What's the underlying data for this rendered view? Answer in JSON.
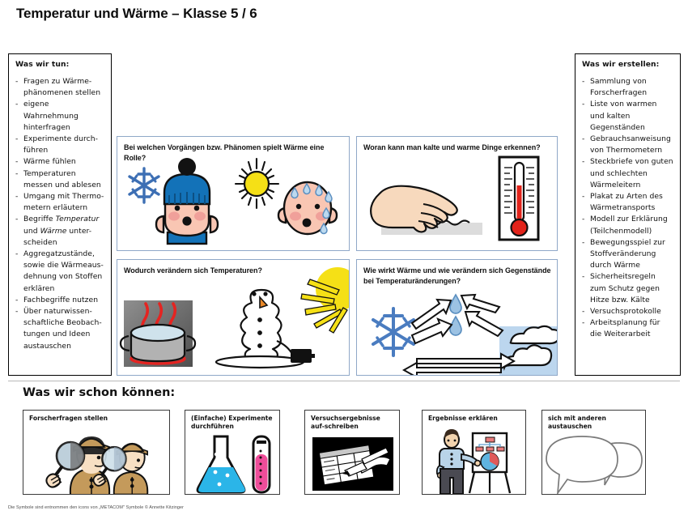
{
  "title": "Temperatur und Wärme – Klasse 5 / 6",
  "subtitle": "Was wir schon können:",
  "footer": "Die Symbole sind entnommen den icons von „METACOM\" Symbole © Annette Kitzinger",
  "colors": {
    "center_box_border": "#8fa8c8",
    "side_box_border": "#000000",
    "snowflake_blue": "#3d6fb4",
    "hat_blue": "#1372b8",
    "skin_pink": "#f9c6b3",
    "sun_yellow": "#f5e016",
    "thermometer_red": "#e2231a",
    "gas_bg_blue": "#bcd6ee",
    "flask_cyan": "#2bb5e8",
    "tube_pink": "#ef4d9a",
    "detective_coat": "#c49a5b",
    "presenter_shirt": "#b9d4e8",
    "droplet_blue": "#9cc2e3"
  },
  "left_box": {
    "head": "Was wir tun:",
    "items": [
      "Fragen zu Wärme-phänomenen stellen",
      "eigene Wahrnehmung hinterfragen",
      "Experimente durch-führen",
      "Wärme fühlen",
      "Temperaturen messen und ablesen",
      "Umgang mit Thermo-metern erläutern",
      "Begriffe Temperatur und Wärme unter-scheiden",
      "Aggregatzustände, sowie die Wärmeaus-dehnung von Stoffen erklären",
      "Fachbegriffe nutzen",
      "Über naturwissen-schaftliche Beobach-tungen und Ideen austauschen"
    ],
    "item7_parts": {
      "a": "Begriffe ",
      "b": "Temperatur",
      "c": " und ",
      "d": "Wärme",
      "e": " unter-scheiden"
    }
  },
  "right_box": {
    "head": "Was wir erstellen:",
    "items": [
      "Sammlung von Forscherfragen",
      "Liste von warmen und kalten Gegenständen",
      "Gebrauchsanweisung von Thermometern",
      "Steckbriefe von guten und schlechten Wärmeleitern",
      "Plakat zu Arten des Wärmetransports",
      "Modell zur Erklärung (Teilchenmodell)",
      "Bewegungsspiel zur Stoffveränderung durch Wärme",
      "Sicherheitsregeln zum Schutz gegen Hitze bzw. Kälte",
      "Versuchsprotokolle",
      "Arbeitsplanung für die Weiterarbeit"
    ]
  },
  "center_boxes": [
    {
      "id": "phenomena",
      "question": "Bei welchen Vorgängen bzw. Phänomen spielt Wärme eine Rolle?",
      "icons": [
        "snowflake-icon",
        "child-with-winter-hat-icon",
        "sun-icon",
        "sweating-face-icon"
      ]
    },
    {
      "id": "recognize",
      "question": "Woran kann man kalte und warme Dinge erkennen?",
      "icons": [
        "hand-touching-surface-icon",
        "thermometer-icon"
      ]
    },
    {
      "id": "change",
      "question": "Wodurch verändern sich Temperaturen?",
      "icons": [
        "pot-on-stove-icon",
        "melting-snowman-icon",
        "sun-icon"
      ]
    },
    {
      "id": "effect",
      "question": "Wie wirkt Wärme und wie verändern sich Gegenstände bei Temperaturänderungen?",
      "icons": [
        "snowflake-icon",
        "water-droplets-icon",
        "steam-clouds-icon",
        "cycle-arrows-icon"
      ]
    }
  ],
  "bottom_boxes": [
    {
      "id": "research-questions",
      "label": "Forscherfragen stellen",
      "icon": "two-detectives-icon"
    },
    {
      "id": "experiments",
      "label": "(Einfache) Experimente durchführen",
      "icon": "flask-and-testtube-icon"
    },
    {
      "id": "write-results",
      "label": "Versuchsergebnisse auf-schreiben",
      "icon": "hand-writing-icon"
    },
    {
      "id": "explain-results",
      "label": "Ergebnisse erklären",
      "icon": "presenter-at-flipchart-icon"
    },
    {
      "id": "exchange",
      "label": "sich mit anderen austauschen",
      "icon": "speech-bubbles-icon"
    }
  ]
}
